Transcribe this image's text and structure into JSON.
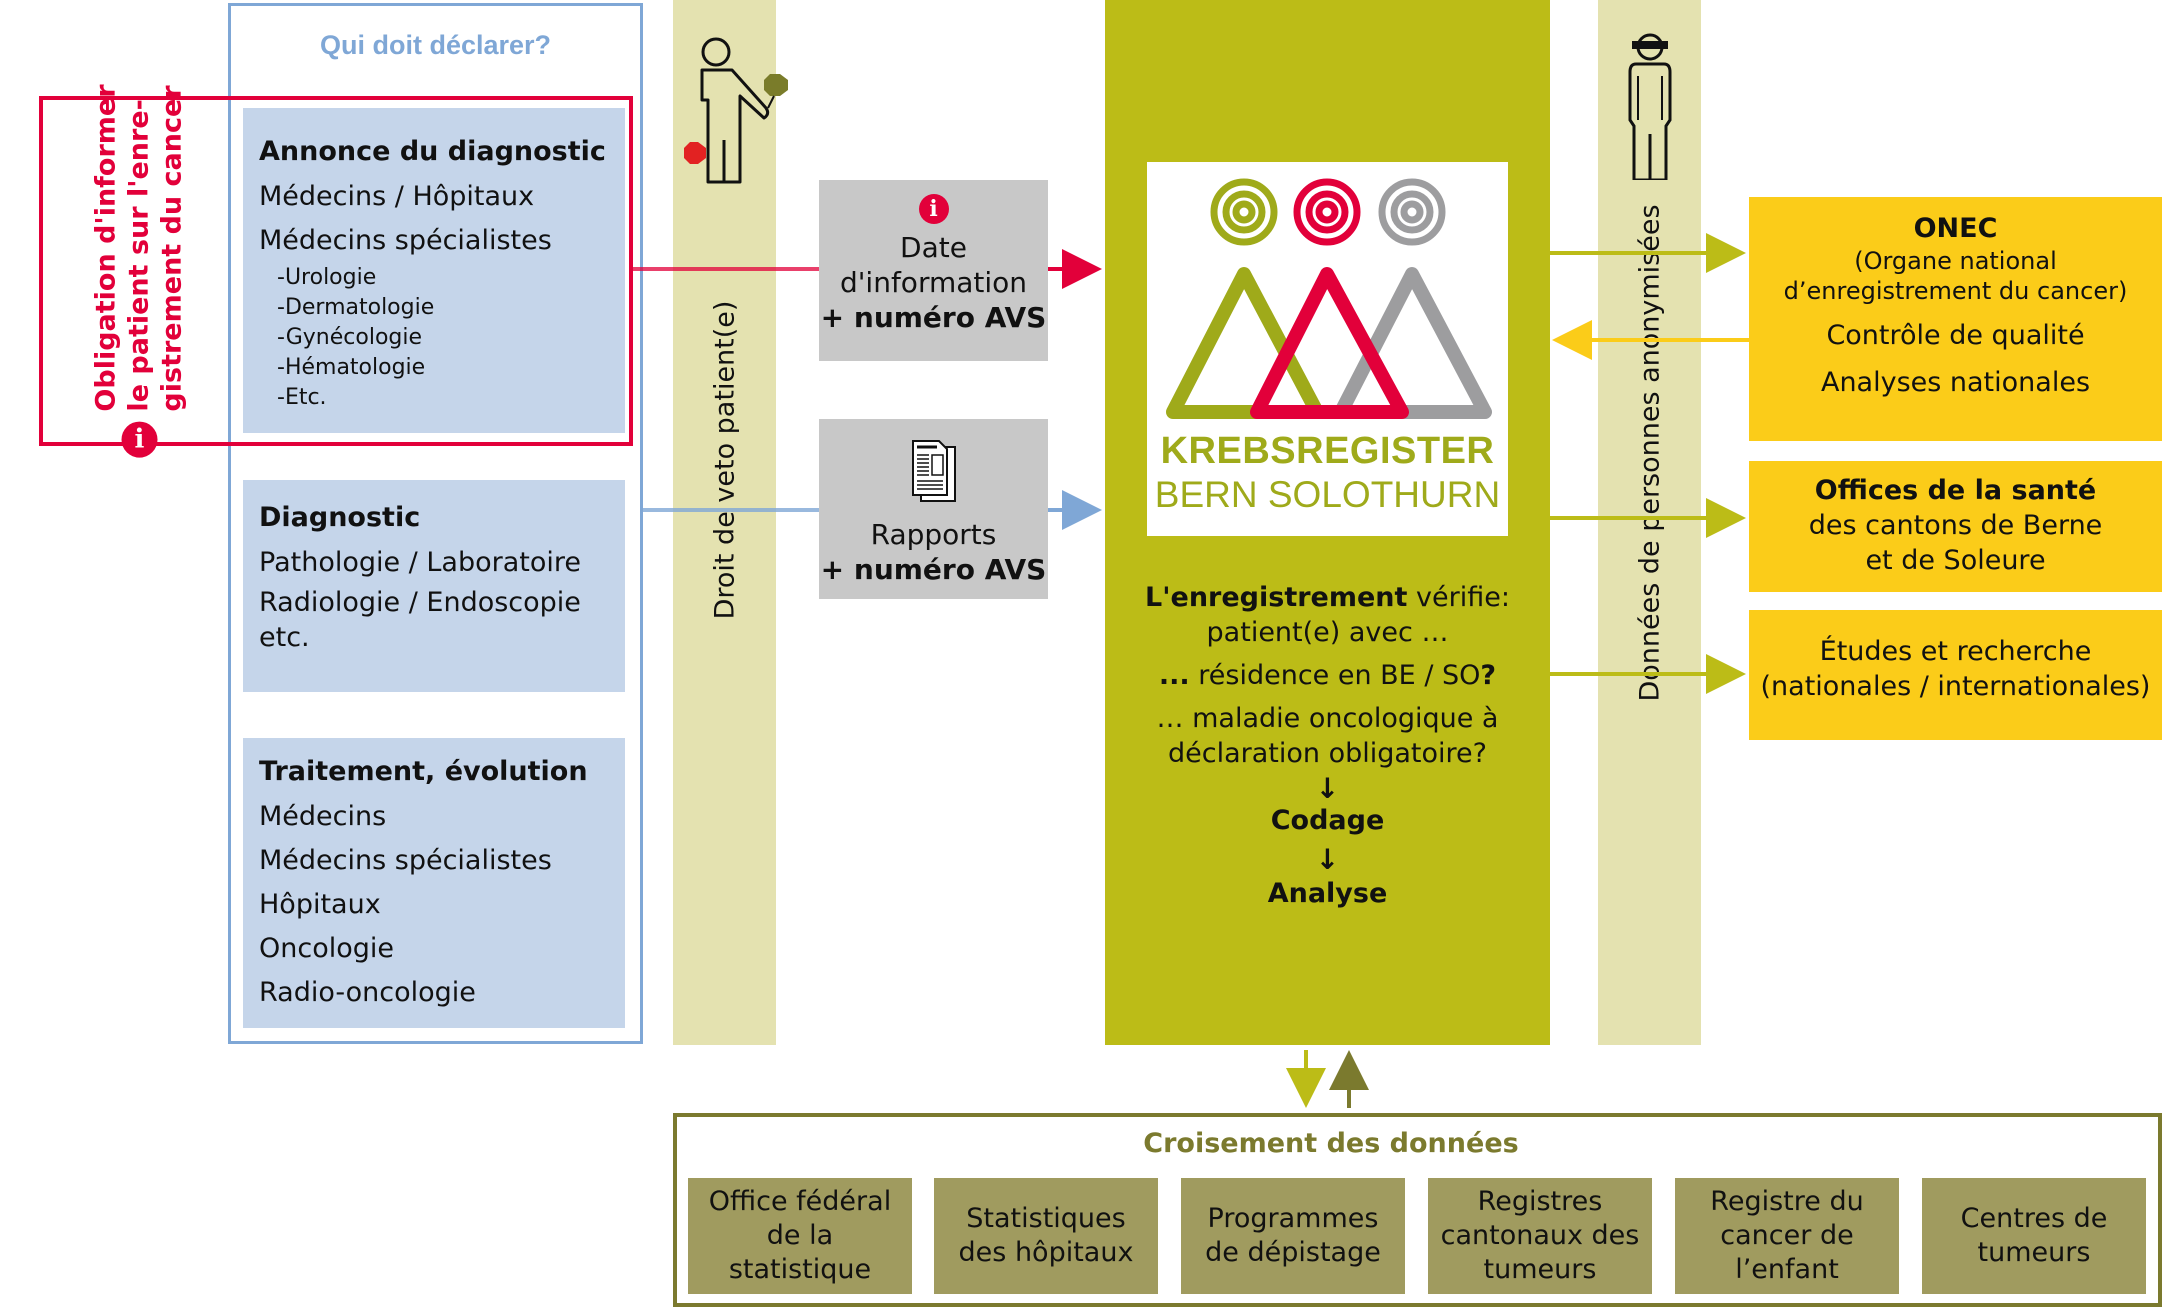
{
  "colors": {
    "blue_border": "#7fa7d6",
    "light_blue": "#c5d5ea",
    "red": "#e2003a",
    "veto_strip": "#e4e2b0",
    "central_green": "#bcbc17",
    "grey_box": "#c8c8c8",
    "yellow": "#fbcc19",
    "olive_dark": "#7b7a2e",
    "olive_box": "#a09b5f",
    "logo_green": "#9faa1a",
    "logo_grey": "#9d9d9f"
  },
  "left": {
    "heading": "Qui doit déclarer?",
    "obligation_lines": [
      "Obligation d'informer",
      "le patient sur l'enre-",
      "gistrement du cancer"
    ],
    "annonce": {
      "title": "Annonce du diagnostic",
      "lines": [
        "Médecins / Hôpitaux",
        "Médecins spécialistes"
      ],
      "subs": [
        "-Urologie",
        "-Dermatologie",
        "-Gynécologie",
        "-Hématologie",
        "-Etc."
      ]
    },
    "diagnostic": {
      "title": "Diagnostic",
      "lines": [
        "Pathologie / Laboratoire",
        "Radiologie / Endoscopie",
        "etc."
      ]
    },
    "traitement": {
      "title": "Traitement, évolution",
      "lines": [
        "Médecins",
        "Médecins spécialistes",
        "Hôpitaux",
        "Oncologie",
        "Radio-oncologie"
      ]
    }
  },
  "veto": {
    "label": "Droit de veto patient(e)"
  },
  "messages": {
    "date_info": {
      "line1": "Date",
      "line2": "d'information",
      "line3": "+ numéro AVS"
    },
    "rapports": {
      "line1": "Rapports",
      "line2": "+ numéro AVS"
    }
  },
  "registry": {
    "logo_title": "KREBSREGISTER",
    "logo_subtitle": "BERN SOLOTHURN",
    "check_bold": "L'enregistrement",
    "check_rest": " vérifie:",
    "check_line2": "patient(e) avec …",
    "residence_prefix": "...",
    "residence_text": " résidence en BE / SO",
    "residence_q": "?",
    "maladie_line1": "… maladie oncologique à",
    "maladie_line2": "déclaration obligatoire?",
    "step1": "Codage",
    "step2": "Analyse"
  },
  "anon": {
    "label": "Données de personnes anonymisées"
  },
  "recipients": {
    "onec": {
      "title": "ONEC",
      "sub1": "(Organe national",
      "sub2": "d’enregistrement du cancer)",
      "item1": "Contrôle de qualité",
      "item2": "Analyses nationales"
    },
    "offices": {
      "title": "Offices de la santé",
      "line1": "des cantons de Berne",
      "line2": "et de Soleure"
    },
    "etudes": {
      "line1": "Études et recherche",
      "line2": "(nationales / internationales)"
    }
  },
  "crossing": {
    "title": "Croisement des données",
    "items": [
      [
        "Office fédéral",
        "de la",
        "statistique"
      ],
      [
        "Statistiques",
        "des hôpitaux"
      ],
      [
        "Programmes",
        "de dépistage"
      ],
      [
        "Registres",
        "cantonaux des",
        "tumeurs"
      ],
      [
        "Registre du",
        "cancer de",
        "l’enfant"
      ],
      [
        "Centres de",
        "tumeurs"
      ]
    ]
  }
}
